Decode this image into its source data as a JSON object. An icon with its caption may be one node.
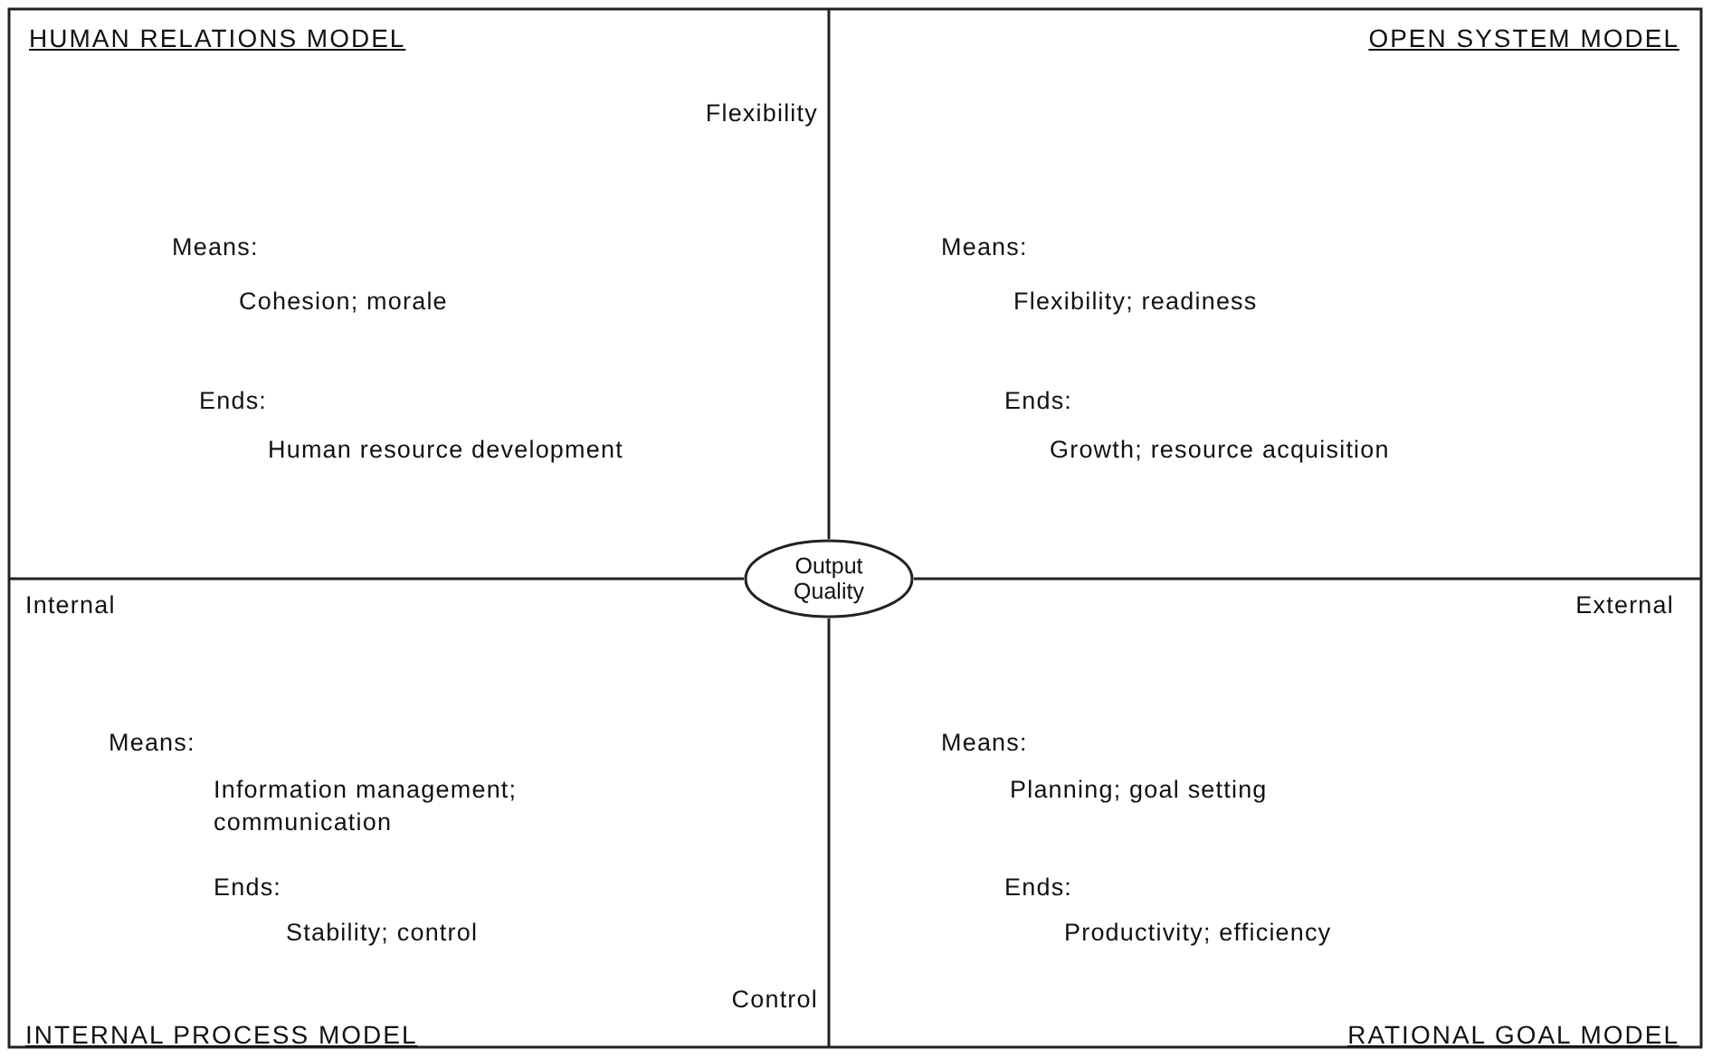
{
  "diagram": {
    "nodes": [
      {
        "text": [
          "Output Quality"
        ]
      }
    ],
    "labels": [
      "HUMAN RELATIONS MODEL",
      "OPEN SYSTEM MODEL",
      "Flexibility",
      "Means:",
      "Cohesion; morale",
      "Means:",
      "Flexibility; readiness",
      "Ends:",
      "Human resource development",
      "Ends:",
      "Growth; resource acquisition",
      "Internal",
      "External",
      "Means:",
      "Information management; communication",
      "Means:",
      "Planning; goal setting",
      "Ends:",
      "Stability; control",
      "Ends:",
      "Productivity; efficiency",
      "Control",
      "INTERNAL PROCESS MODEL",
      "RATIONAL GOAL MODEL"
    ]
  }
}
